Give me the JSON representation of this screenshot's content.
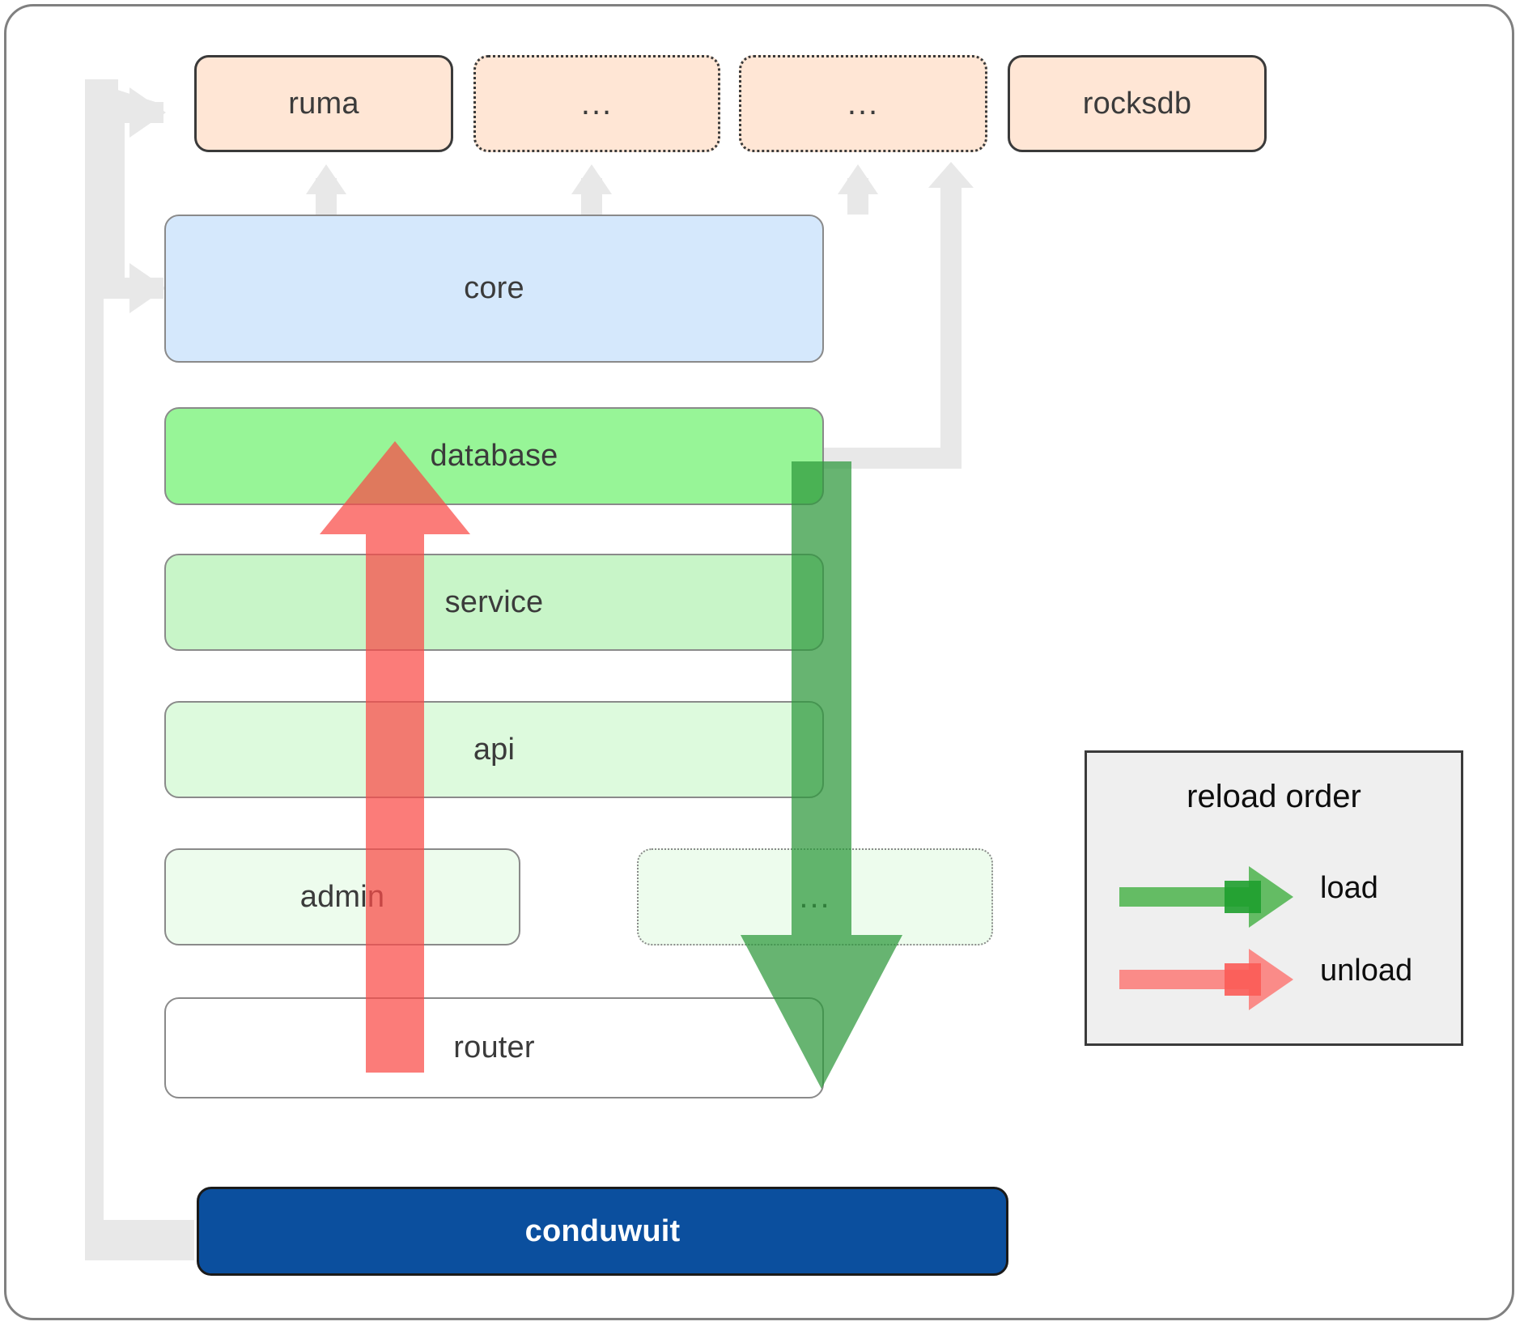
{
  "diagram": {
    "title": "conduwuit crate dependency and reload order diagram",
    "colors": {
      "dependency_fill": "#ffe6d5",
      "dependency_stroke": "#3a3a3a",
      "core_fill": "#d5e8fc",
      "database_fill": "#97f597",
      "service_fill": "#c8f5c8",
      "api_fill": "#ddfadd",
      "admin_fill": "#edfced",
      "router_fill": "#ffffff",
      "app_fill": "#0b4f9e",
      "app_text": "#ffffff",
      "connector": "#e8e8e8",
      "load_arrow": "#4caf50",
      "unload_arrow": "#fa8582",
      "legend_fill": "#efefef",
      "layer_stroke": "#8a8a8a"
    },
    "dependencies": [
      {
        "label": "ruma",
        "optional": false
      },
      {
        "label": "...",
        "optional": true
      },
      {
        "label": "...",
        "optional": true
      },
      {
        "label": "rocksdb",
        "optional": false
      }
    ],
    "layers": [
      {
        "label": "core",
        "optional": false
      },
      {
        "label": "database",
        "optional": false
      },
      {
        "label": "service",
        "optional": false
      },
      {
        "label": "api",
        "optional": false
      },
      {
        "label": "admin",
        "optional": false
      },
      {
        "label": "...",
        "optional": true
      },
      {
        "label": "router",
        "optional": false
      }
    ],
    "application": {
      "label": "conduwuit"
    },
    "legend": {
      "title": "reload order",
      "entries": [
        {
          "label": "load",
          "direction": "down"
        },
        {
          "label": "unload",
          "direction": "up"
        }
      ]
    }
  }
}
